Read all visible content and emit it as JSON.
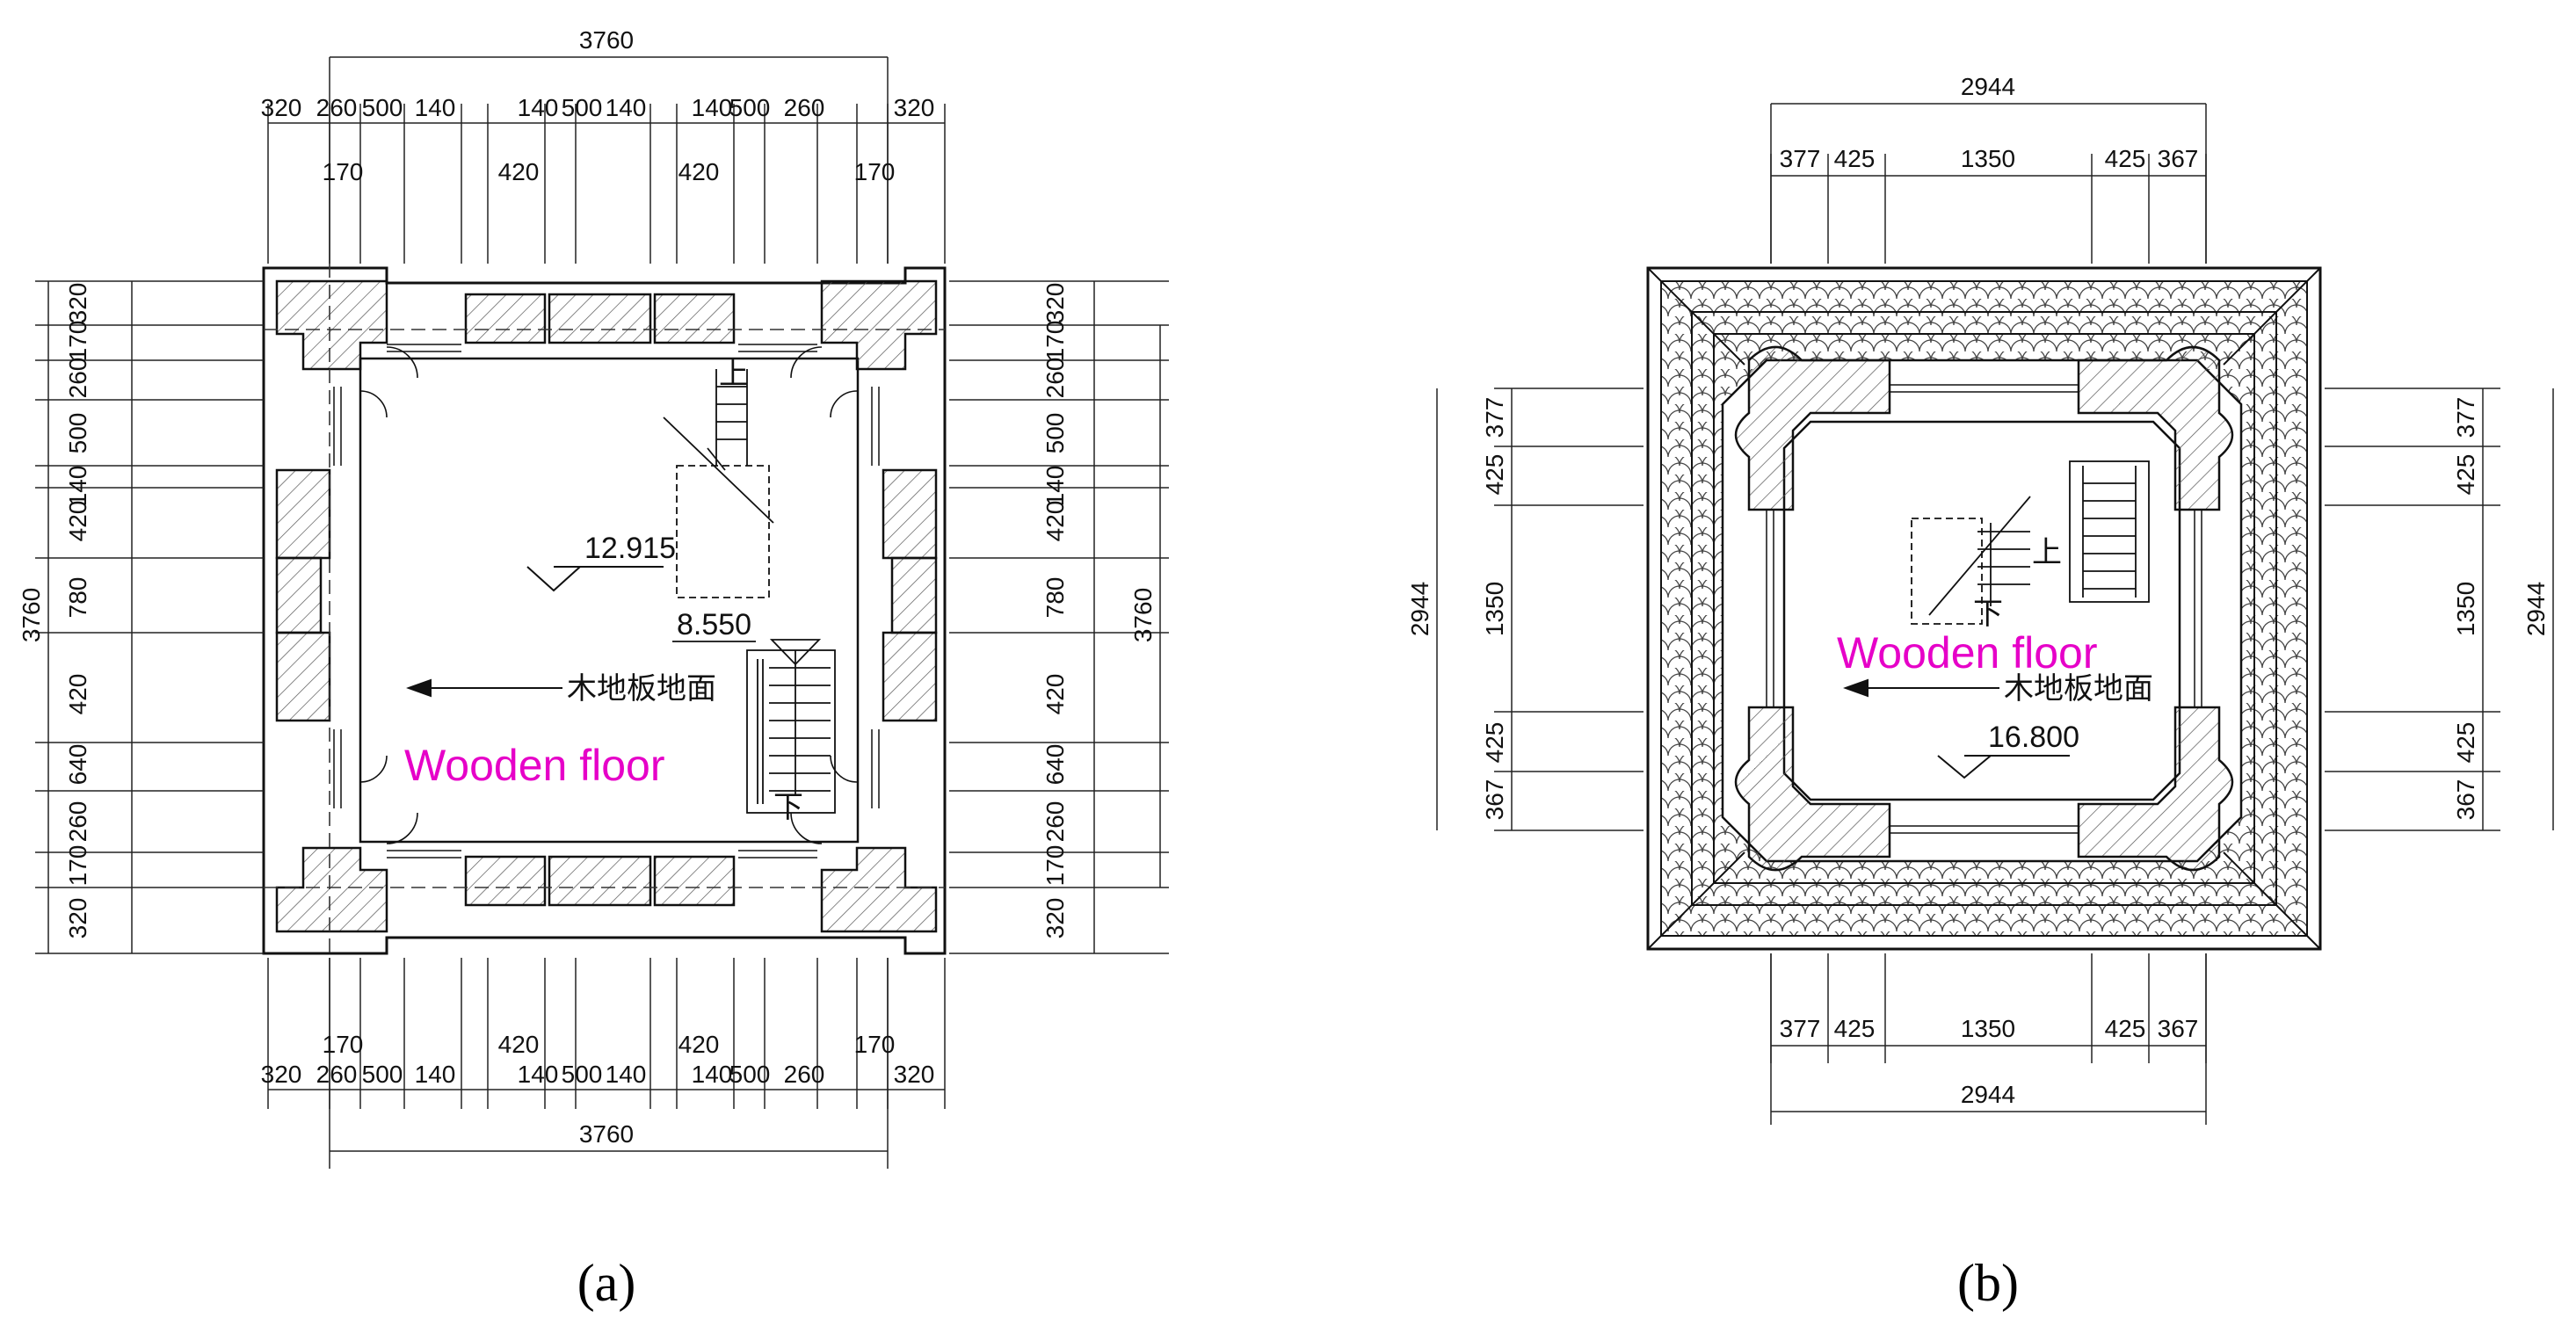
{
  "panel_a": {
    "caption": "(a)",
    "top_total": "3760",
    "top_row": [
      "320",
      "260",
      "500",
      "140",
      "140",
      "500",
      "140",
      "140",
      "500",
      "260",
      "320"
    ],
    "top_sub": [
      "170",
      "420",
      "420",
      "170"
    ],
    "bottom_total": "3760",
    "bottom_row": [
      "320",
      "260",
      "500",
      "140",
      "140",
      "500",
      "140",
      "140",
      "500",
      "260",
      "320"
    ],
    "bottom_sub": [
      "170",
      "420",
      "420",
      "170"
    ],
    "left_total": "3760",
    "left_row": [
      "320",
      "170",
      "260",
      "500",
      "140",
      "420",
      "780",
      "420",
      "640",
      "260",
      "170",
      "320"
    ],
    "right_total": "3760",
    "right_row": [
      "320",
      "170",
      "260",
      "500",
      "140",
      "420",
      "780",
      "420",
      "640",
      "260",
      "170",
      "320"
    ],
    "elevation_1": "12.915",
    "elevation_2": "8.550",
    "floor_note": "木地板地面",
    "floor_label": "Wooden floor",
    "stair_up": "上",
    "stair_down": "下"
  },
  "panel_b": {
    "caption": "(b)",
    "top_total": "2944",
    "top_row": [
      "377",
      "425",
      "1350",
      "425",
      "367"
    ],
    "bottom_total": "2944",
    "bottom_row": [
      "377",
      "425",
      "1350",
      "425",
      "367"
    ],
    "left_total": "2944",
    "left_row": [
      "377",
      "425",
      "1350",
      "425",
      "367"
    ],
    "right_total": "2944",
    "right_row": [
      "377",
      "425",
      "1350",
      "425",
      "367"
    ],
    "elevation": "16.800",
    "floor_note": "木地板地面",
    "floor_label": "Wooden floor",
    "stair_up": "上",
    "stair_down": "下"
  }
}
